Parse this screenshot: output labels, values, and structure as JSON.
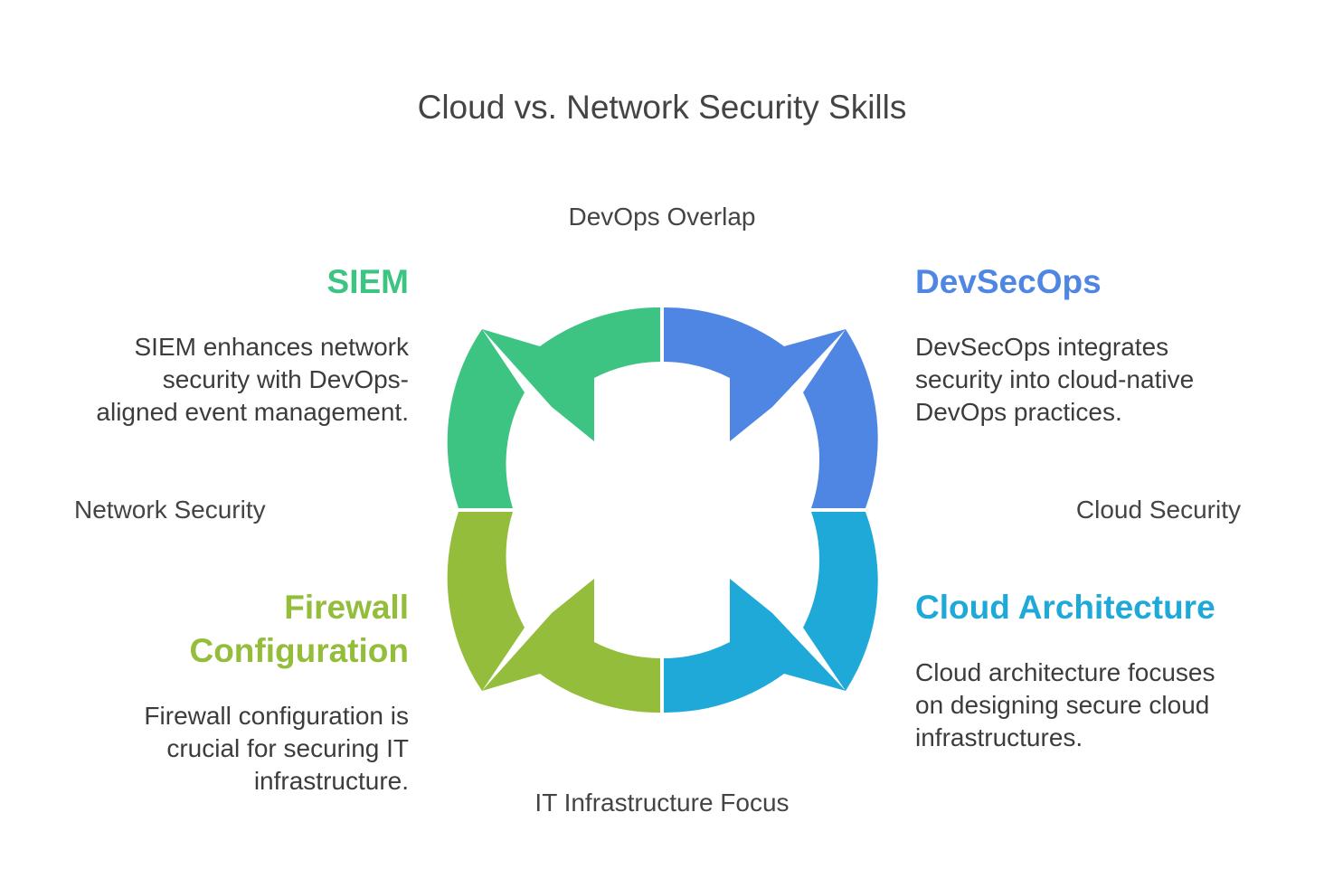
{
  "title": "Cloud vs. Network Security Skills",
  "axes": {
    "top": "DevOps Overlap",
    "bottom": "IT Infrastructure Focus",
    "left": "Network Security",
    "right": "Cloud Security"
  },
  "quadrants": {
    "top_left": {
      "heading": "SIEM",
      "lines": [
        "SIEM enhances network",
        "security with DevOps-",
        "aligned event management."
      ],
      "color": "#3EC482"
    },
    "top_right": {
      "heading": "DevSecOps",
      "lines": [
        "DevSecOps integrates",
        "security into cloud-native",
        "DevOps practices."
      ],
      "color": "#4F86E4"
    },
    "bottom_left": {
      "heading_lines": [
        "Firewall",
        "Configuration"
      ],
      "lines": [
        "Firewall configuration is",
        "crucial for securing IT",
        "infrastructure."
      ],
      "color": "#93BD3A"
    },
    "bottom_right": {
      "heading": "Cloud Architecture",
      "lines": [
        "Cloud architecture focuses",
        "on designing secure cloud",
        "infrastructures."
      ],
      "color": "#1FA9D8"
    }
  }
}
